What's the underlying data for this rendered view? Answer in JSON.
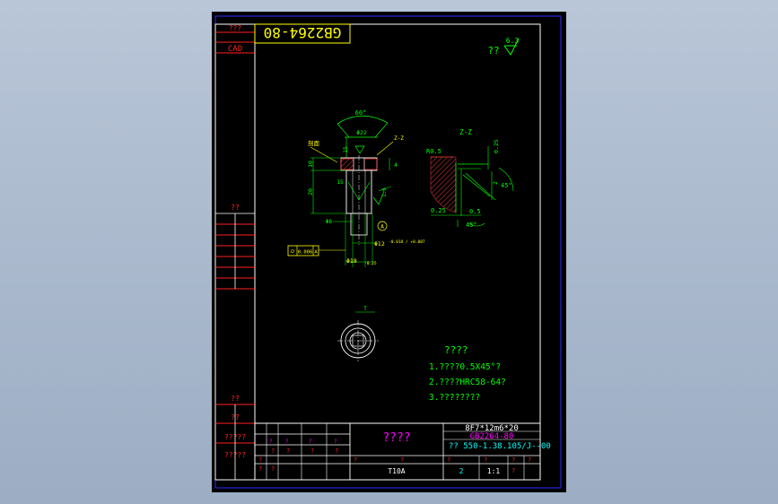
{
  "drawing": {
    "standard_code": "GB2264-80",
    "cad_label": "CAD",
    "corner_mark": "???",
    "roughness_prefix": "??",
    "roughness_value": "6.3",
    "left_strip_labels": [
      "??",
      "??",
      "??",
      "?????",
      "?????"
    ]
  },
  "main_view": {
    "angle": "60°",
    "dia_top": "Φ22",
    "dim_15": "15",
    "dim_10": "10",
    "dim_20": "20",
    "dim_4": "4",
    "dim_15b": "15",
    "dim_16": "1.6",
    "dia_8": "Φ8",
    "dia_12": "Φ12",
    "dia_18": "Φ18",
    "tol_12": "-0.018 / +0.007",
    "tol_18": "-0.25",
    "balloon": "A",
    "section_mark": "Z-Z",
    "hatch_note": "剖面",
    "frame_sym": "⌭",
    "frame_val": "0.006",
    "frame_ref": "A"
  },
  "detail_view": {
    "title": "Z-Z",
    "r": "R0.5",
    "d025a": "0.25",
    "d2": "2",
    "ang45a": "45°",
    "d025b": "0.25",
    "d05": "0.5",
    "ang45b": "45°"
  },
  "top_view": {
    "mark": "T"
  },
  "notes": {
    "title": "????",
    "lines": [
      "1.????0.5X45°?",
      "2.????HRC58-64?",
      "3.????????"
    ]
  },
  "title_block": {
    "part_name": "????",
    "spec": "8F7*12m6*20",
    "standard": "GB2264-80",
    "code": "?? 550-1.38.105/J--00",
    "material": "T10A",
    "quantity": "2",
    "scale": "1:1",
    "q": "?",
    "small_label": "?"
  },
  "colors": {
    "frame": "#2b2bff",
    "white": "#ffffff",
    "green": "#00ff00",
    "yellow": "#ffff00",
    "red": "#ff2020",
    "magenta": "#ff00ff",
    "cyan": "#00ffff",
    "hatch": "#c83232"
  }
}
